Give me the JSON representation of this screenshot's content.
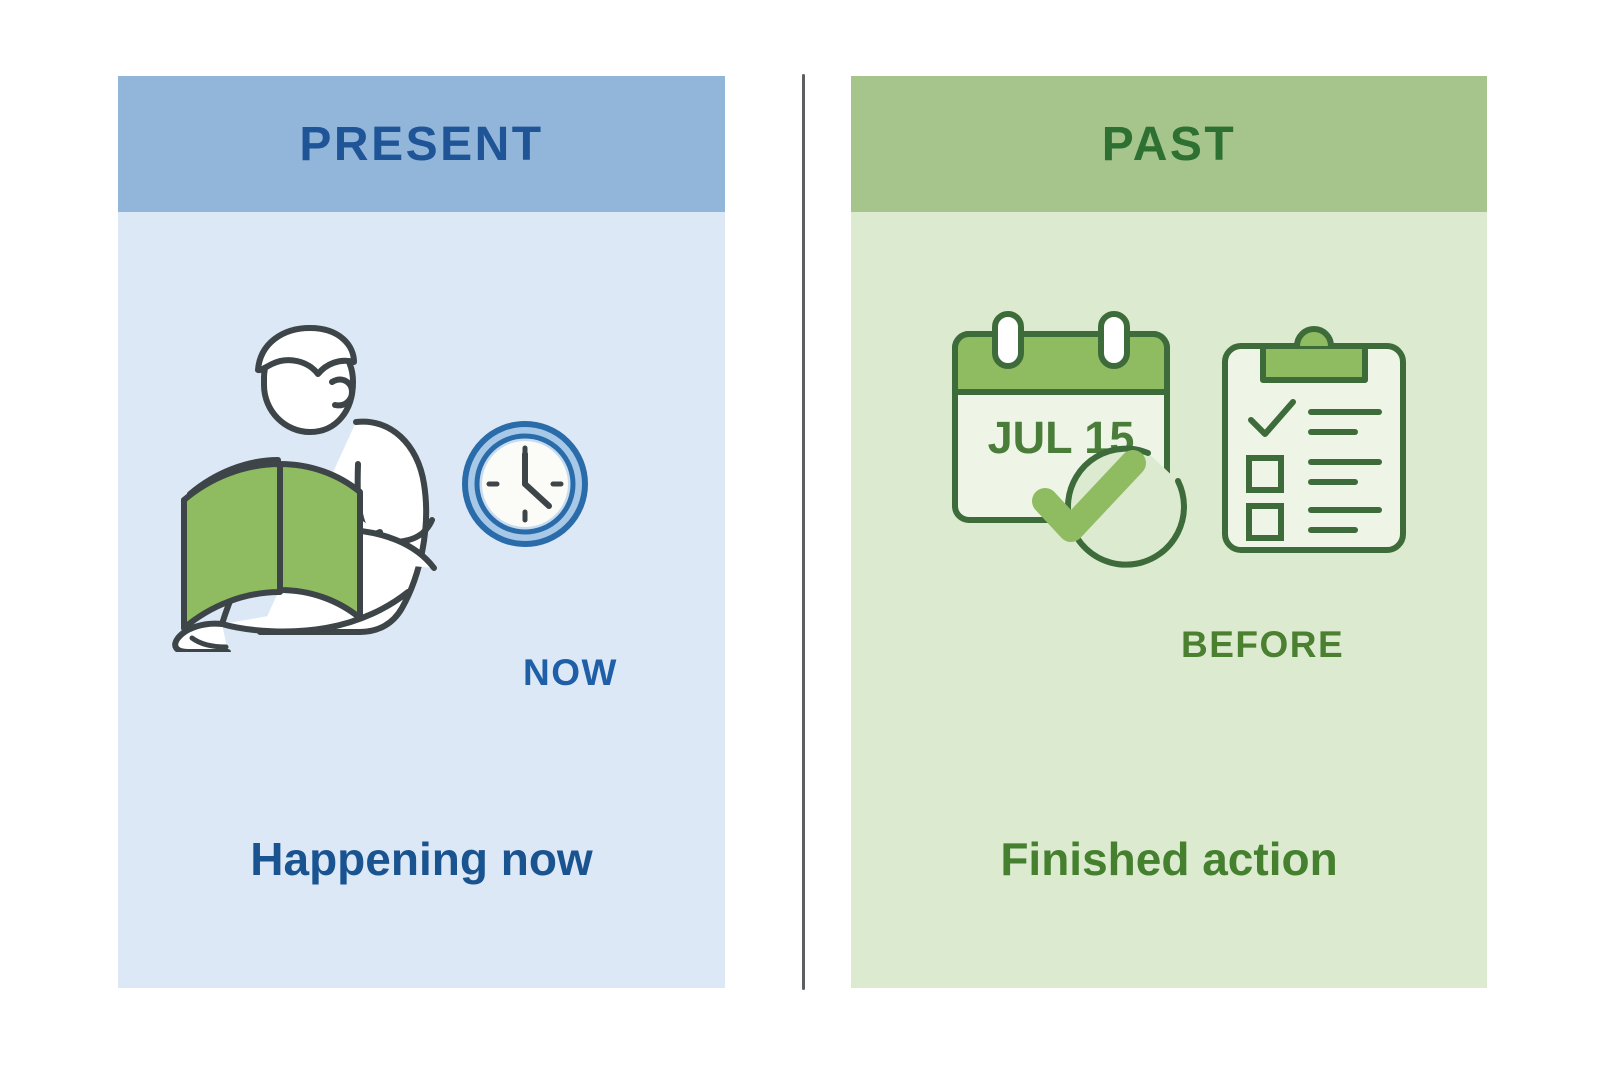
{
  "background_color": "#ffffff",
  "divider": {
    "name": "vertical-divider",
    "color": "#5b5f62"
  },
  "panels": {
    "present": {
      "title": "PRESENT",
      "header_bg": "#92b5da",
      "header_text_color": "#1f5597",
      "body_bg": "#dde8f6",
      "illustration": {
        "name": "person-reading-book",
        "description": "Line-art person sitting cross-legged reading an open green book",
        "outline_color": "#3d4548",
        "fill_color": "#ffffff",
        "book_color": "#8fbc60"
      },
      "clock": {
        "name": "wall-clock-icon",
        "ring_color": "#2a6caa",
        "ring_fill": "#a8c8e8",
        "face_color": "#fbfcf8",
        "hand_color": "#3d4548",
        "hour_hand": 12,
        "minute_hand": 4
      },
      "badge_label": "NOW",
      "badge_color": "#1e5fa8",
      "caption": "Happening now",
      "caption_color": "#1a5490"
    },
    "past": {
      "title": "PAST",
      "header_bg": "#a6c58c",
      "header_text_color": "#2e7031",
      "body_bg": "#dcead0",
      "calendar": {
        "name": "calendar-icon",
        "date_text": "JUL 15",
        "header_color": "#8fbc60",
        "outline_color": "#3e6b3a",
        "page_color": "#eef5e6",
        "date_text_color": "#4a7c3a",
        "ring_count": 2
      },
      "check_badge": {
        "name": "check-circle-icon",
        "ring_color": "#3e6b3a",
        "check_color": "#8fbc60"
      },
      "clipboard": {
        "name": "clipboard-checklist-icon",
        "outline_color": "#3e6b3a",
        "clip_color": "#8fbc60",
        "board_color": "#eef5e6",
        "items": [
          {
            "checked": true,
            "lines": 2
          },
          {
            "checked": false,
            "lines": 2
          },
          {
            "checked": false,
            "lines": 2
          }
        ]
      },
      "badge_label": "BEFORE",
      "badge_color": "#4a8030",
      "caption": "Finished action",
      "caption_color": "#44802d"
    }
  }
}
